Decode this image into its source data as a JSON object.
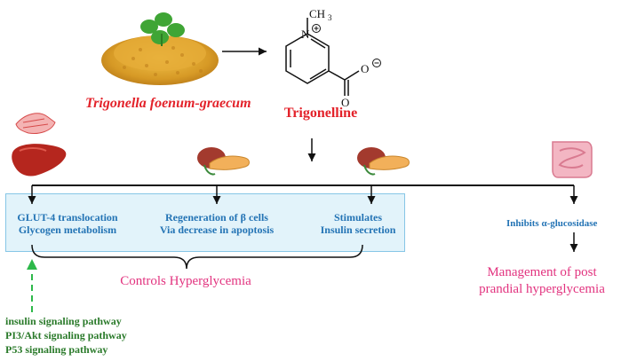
{
  "source": {
    "species": "Trigonella foenum-graecum",
    "compound": "Trigonelline"
  },
  "molecule": {
    "methyl": "CH",
    "methyl_sub": "3",
    "nitrogen": "N",
    "oxygen_carbonyl": "O",
    "oxygen_anion": "O"
  },
  "mechanisms": {
    "glut4_line1": "GLUT-4 translocation",
    "glut4_line2": "Glycogen metabolism",
    "regen_line1": "Regeneration of β cells",
    "regen_line2": "Via decrease in apoptosis",
    "stim_line1": "Stimulates",
    "stim_line2": "Insulin secretion",
    "inhibit": "Inhibits α-glucosidase"
  },
  "outcomes": {
    "controls": "Controls Hyperglycemia",
    "management_line1": "Management of post",
    "management_line2": "prandial hyperglycemia"
  },
  "pathways": [
    "insulin signaling pathway",
    "PI3/Akt signaling pathway",
    "P53 signaling pathway"
  ],
  "colors": {
    "title_red": "#e3222a",
    "mechanism_blue": "#2474b5",
    "outcome_pink": "#e2337f",
    "pathway_green": "#2a7a2a",
    "box_fill": "#e2f3fa"
  }
}
